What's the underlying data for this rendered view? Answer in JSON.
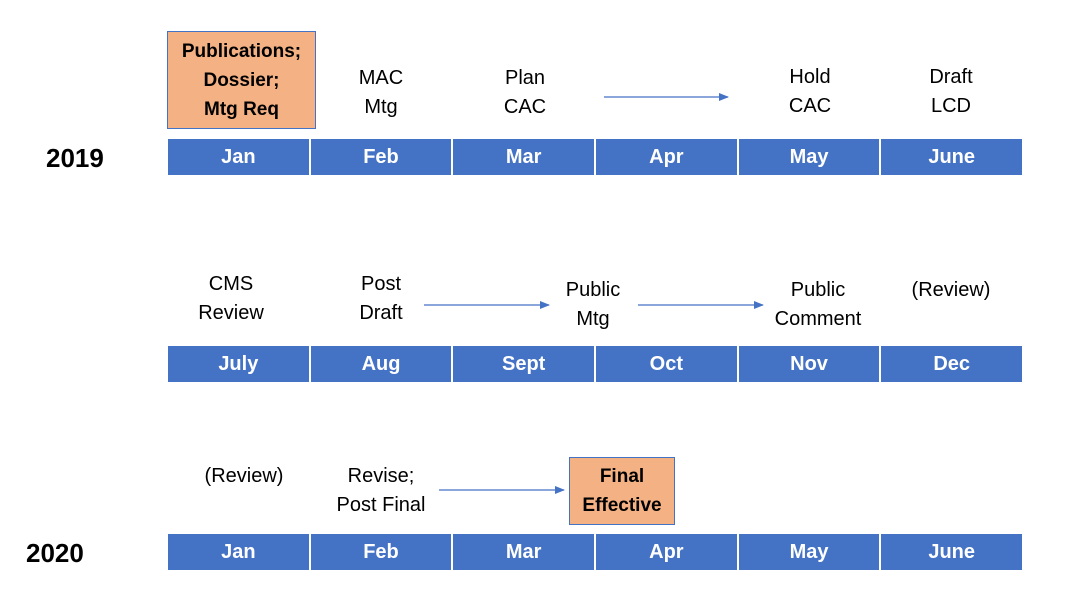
{
  "years": {
    "y2019": "2019",
    "y2020": "2020"
  },
  "rows": [
    {
      "months": [
        "Jan",
        "Feb",
        "Mar",
        "Apr",
        "May",
        "June"
      ]
    },
    {
      "months": [
        "July",
        "Aug",
        "Sept",
        "Oct",
        "Nov",
        "Dec"
      ]
    },
    {
      "months": [
        "Jan",
        "Feb",
        "Mar",
        "Apr",
        "May",
        "June"
      ]
    }
  ],
  "events_2019_h1": {
    "publications": [
      "Publications;",
      "Dossier;",
      "Mtg Req"
    ],
    "mac_mtg": [
      "MAC",
      "Mtg"
    ],
    "plan_cac": [
      "Plan",
      "CAC"
    ],
    "hold_cac": [
      "Hold",
      "CAC"
    ],
    "draft_lcd": [
      "Draft",
      "LCD"
    ]
  },
  "events_2019_h2": {
    "cms_review": [
      "CMS",
      "Review"
    ],
    "post_draft": [
      "Post",
      "Draft"
    ],
    "public_mtg": [
      "Public",
      "Mtg"
    ],
    "public_comment": [
      "Public",
      "Comment"
    ],
    "review": "(Review)"
  },
  "events_2020": {
    "review": "(Review)",
    "revise": [
      "Revise;",
      "Post Final"
    ],
    "final_effective": [
      "Final",
      "Effective"
    ]
  },
  "colors": {
    "bar": "#4472C4",
    "highlight": "#F4B183",
    "arrow": "#4472C4"
  }
}
